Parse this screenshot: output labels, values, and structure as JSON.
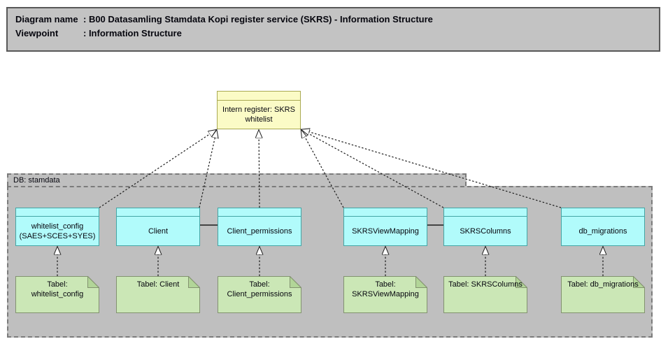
{
  "header": {
    "rows": [
      {
        "label": "Diagram name",
        "value": ": B00 Datasamling Stamdata Kopi register service (SKRS) - Information Structure"
      },
      {
        "label": "Viewpoint",
        "value": ": Information Structure"
      }
    ]
  },
  "register": {
    "line1": "Intern register: SKRS",
    "line2": "whitelist"
  },
  "container": {
    "label": "DB: stamdata"
  },
  "entities": [
    {
      "line1": "whitelist_config",
      "line2": "(SAES+SCES+SYES)"
    },
    {
      "line1": "Client",
      "line2": ""
    },
    {
      "line1": "Client_permissions",
      "line2": ""
    },
    {
      "line1": "SKRSViewMapping",
      "line2": ""
    },
    {
      "line1": "SKRSColumns",
      "line2": ""
    },
    {
      "line1": "db_migrations",
      "line2": ""
    }
  ],
  "tables": [
    {
      "line1": "Tabel:",
      "line2": "whitelist_config"
    },
    {
      "line1": "Tabel: Client",
      "line2": ""
    },
    {
      "line1": "Tabel:",
      "line2": "Client_permissions"
    },
    {
      "line1": "Tabel:",
      "line2": "SKRSViewMapping"
    },
    {
      "line1": "Tabel: SKRSColumns",
      "line2": ""
    },
    {
      "line1": "Tabel: db_migrations",
      "line2": ""
    }
  ],
  "colors": {
    "header_fill": "#c3c3c3",
    "container_fill": "#bfbfbf",
    "register_fill": "#fbfbc6",
    "register_border": "#a9a953",
    "entity_fill": "#b1fbfb",
    "entity_border": "#43a6a6",
    "note_fill": "#cbe7b6",
    "note_fold": "#b2d598",
    "note_border": "#82926f",
    "connector": "#1c1c1c"
  }
}
